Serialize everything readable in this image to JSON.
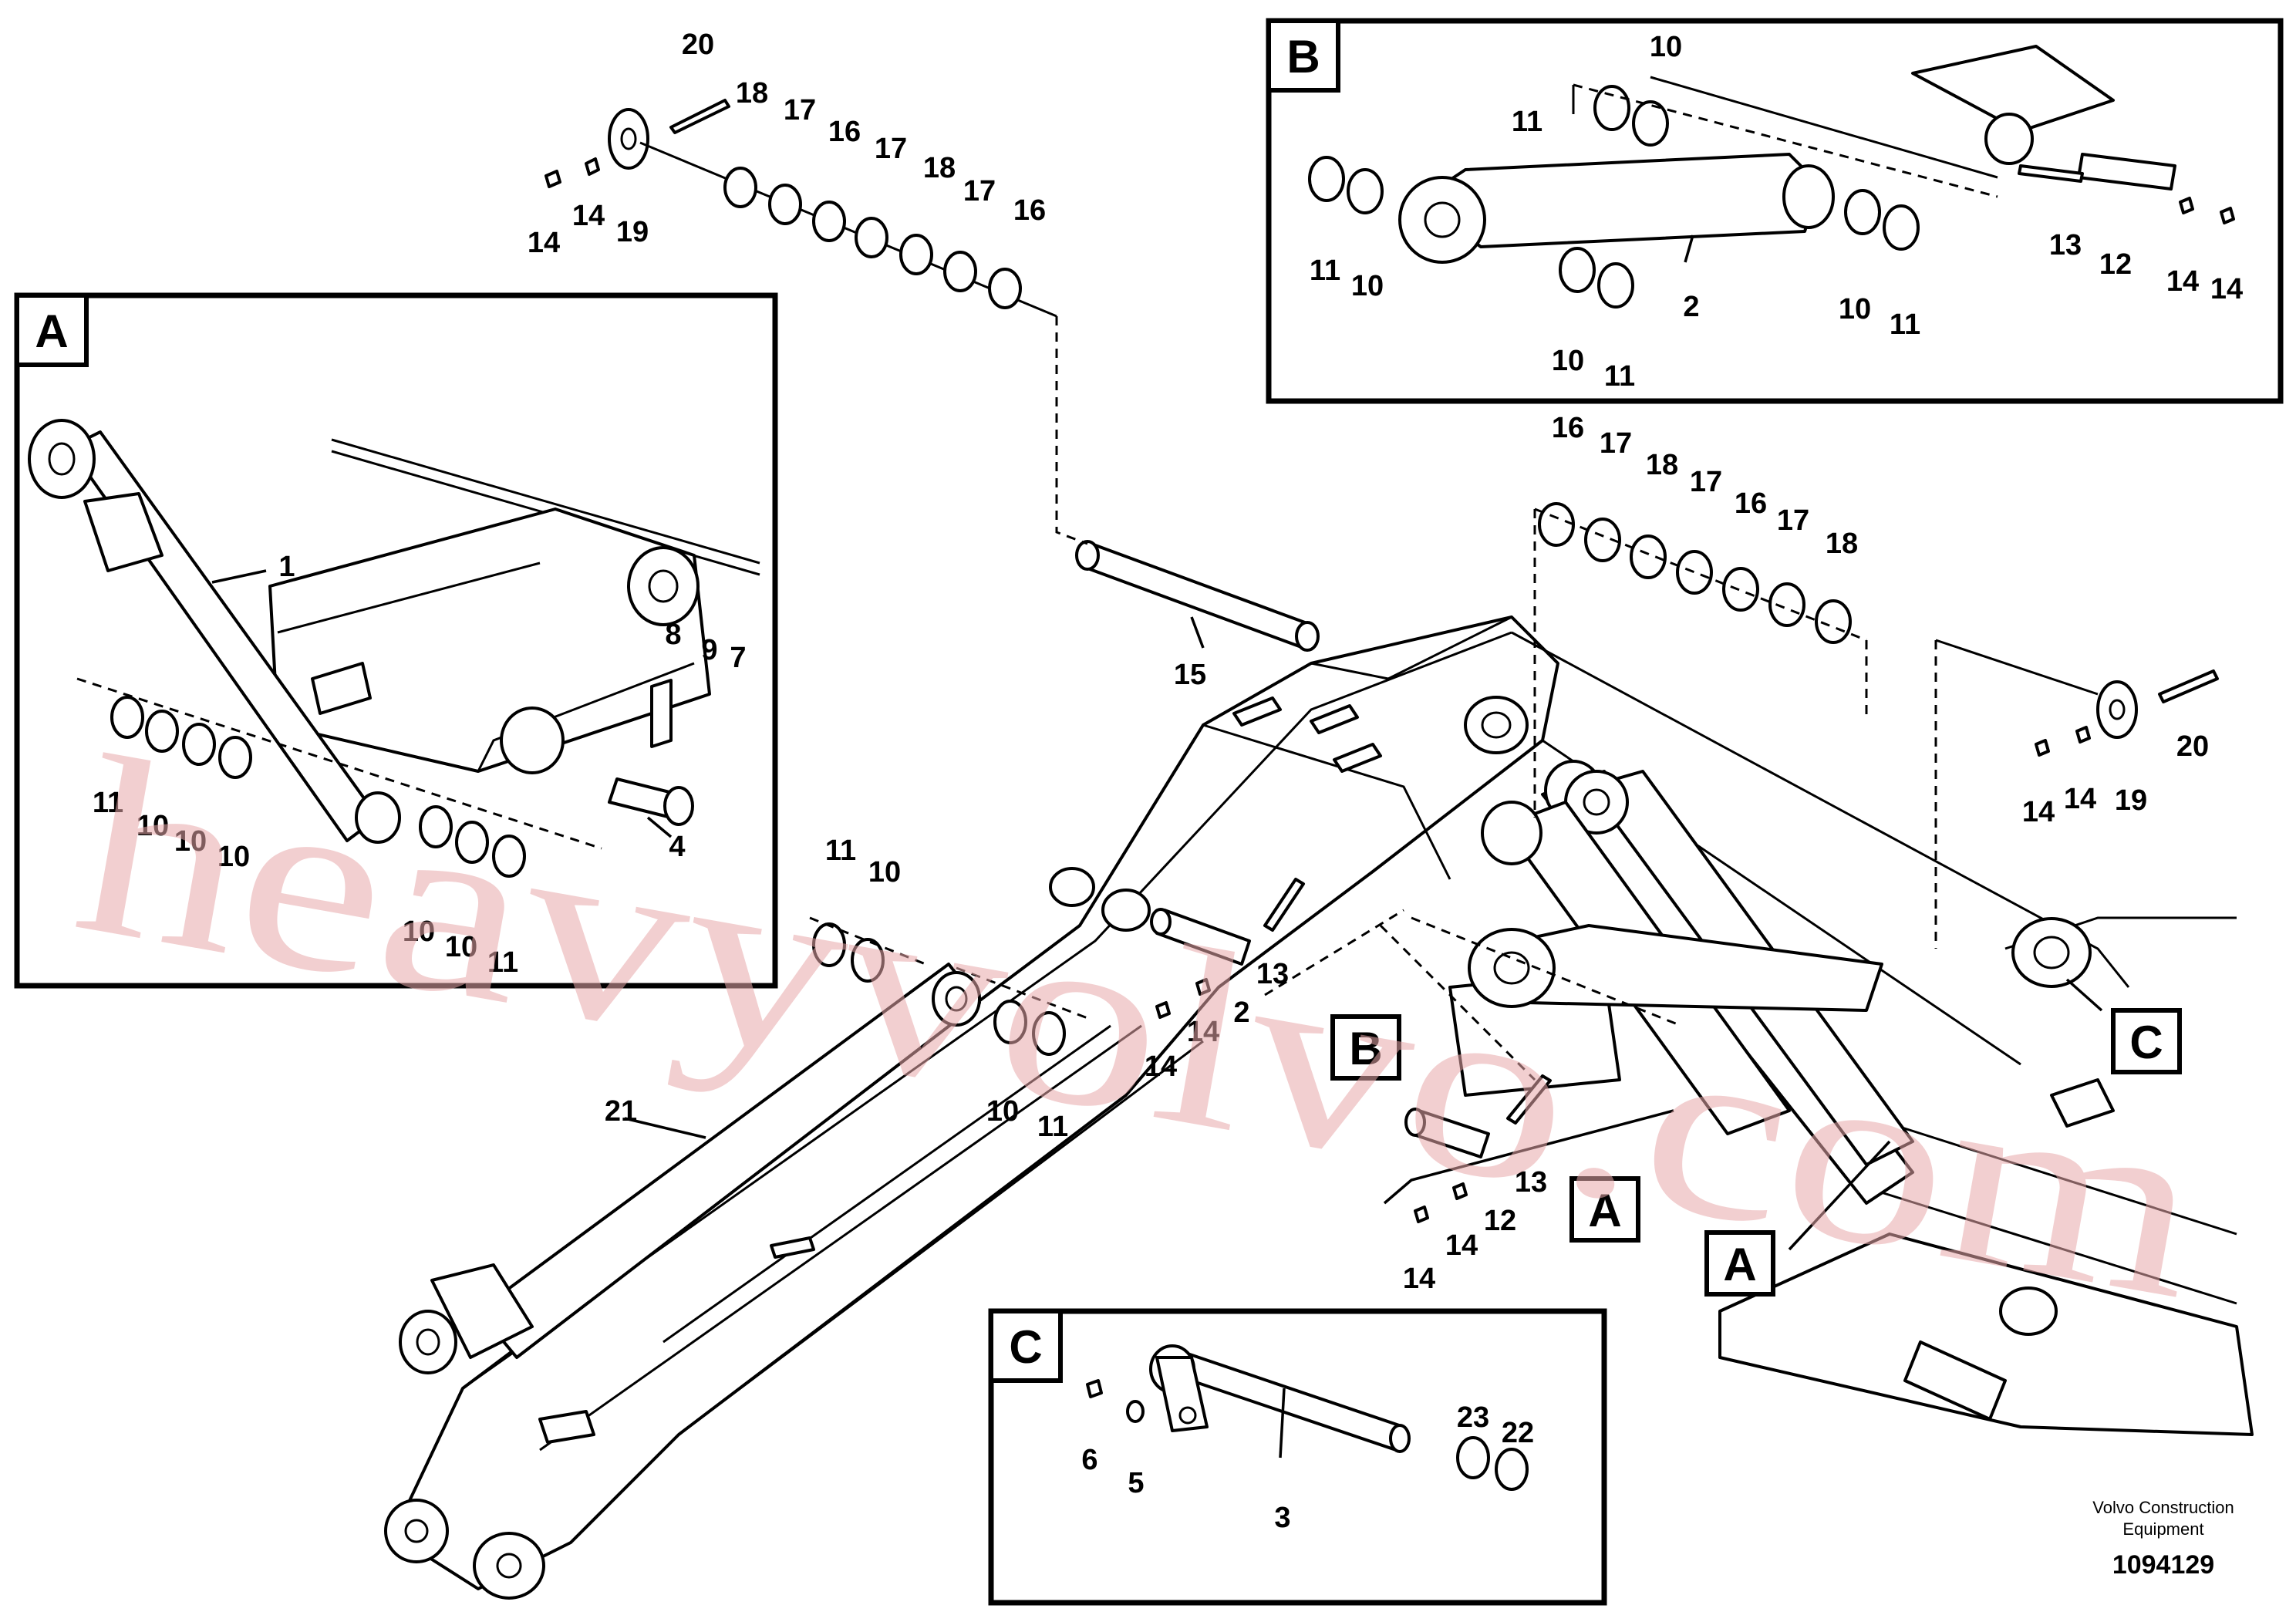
{
  "detail_labels": {
    "a": "A",
    "b": "B",
    "c": "C"
  },
  "part_numbers": {
    "p1": "1",
    "p2": "2",
    "p3": "3",
    "p4": "4",
    "p5": "5",
    "p6": "6",
    "p7": "7",
    "p8": "8",
    "p9": "9",
    "p10": "10",
    "p11": "11",
    "p12": "12",
    "p13": "13",
    "p14": "14",
    "p15": "15",
    "p16": "16",
    "p17": "17",
    "p18": "18",
    "p19": "19",
    "p20": "20",
    "p21": "21",
    "p22": "22",
    "p23": "23"
  },
  "credit": {
    "line1": "Volvo Construction",
    "line2": "Equipment"
  },
  "document_number": "1094129",
  "watermark": "heavyvolvo.com",
  "colors": {
    "line": "#000000",
    "watermark": "#e8a7aa",
    "background": "#ffffff"
  }
}
